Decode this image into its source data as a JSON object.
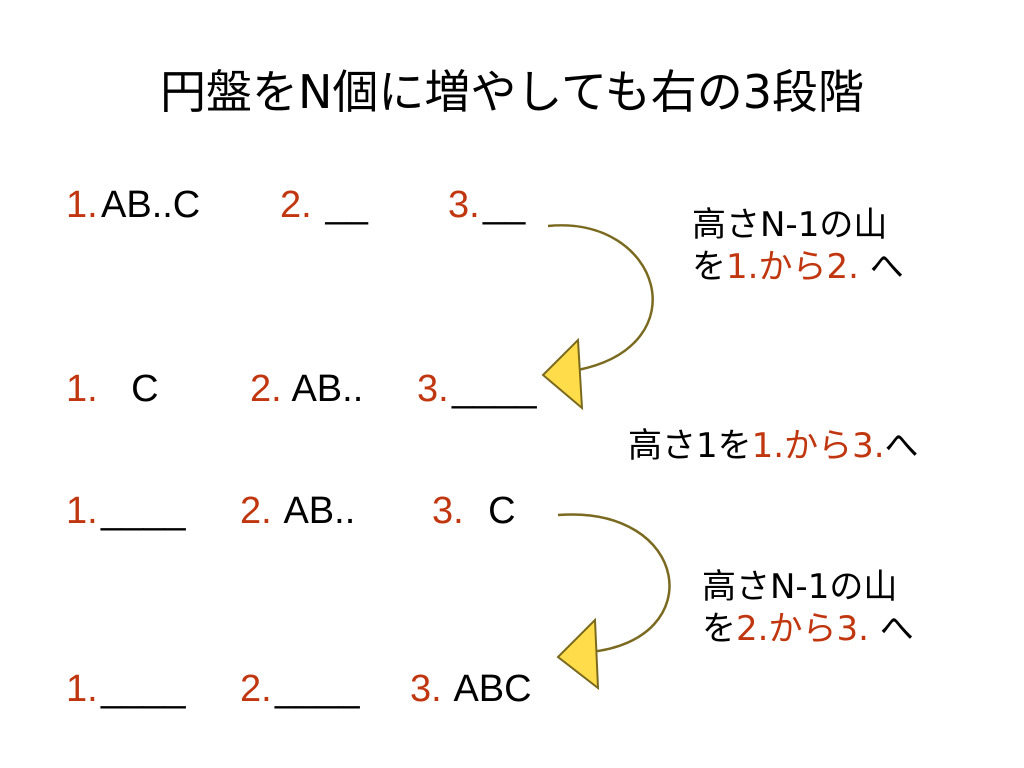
{
  "slide": {
    "title": "円盤をN個に増やしても右の3段階"
  },
  "states": [
    {
      "p1_num": "1.",
      "p1": "AB..C",
      "p2_num": "2.",
      "p2": " __",
      "p3_num": "3.",
      "p3": "__"
    },
    {
      "p1_num": "1.",
      "p1": "  C",
      "p2_num": "2.",
      "p2": " AB..",
      "p3_num": "3.",
      "p3": "____"
    },
    {
      "p1_num": "1.",
      "p1": "____",
      "p2_num": "2.",
      "p2": " AB..",
      "p3_num": "3.",
      "p3": "  C"
    },
    {
      "p1_num": "1.",
      "p1": "____",
      "p2_num": "2.",
      "p2": "____",
      "p3_num": "3.",
      "p3": " ABC"
    }
  ],
  "notes": {
    "step1": {
      "line1": "高さN-1の山",
      "pre": "を",
      "src": "1.",
      "mid": "から",
      "dst": "2.",
      "post": " へ"
    },
    "step2": {
      "pre": "高さ1を",
      "src": "1.",
      "mid": "から",
      "dst": "3.",
      "post": "へ"
    },
    "step3": {
      "line1": "高さN-1の山",
      "pre": "を",
      "src": "2.",
      "mid": "から",
      "dst": "3.",
      "post": " へ"
    }
  },
  "colors": {
    "number": "#c0360f",
    "arrowhead": "#ffdc4a",
    "arrow_stroke": "#7a6a20"
  }
}
